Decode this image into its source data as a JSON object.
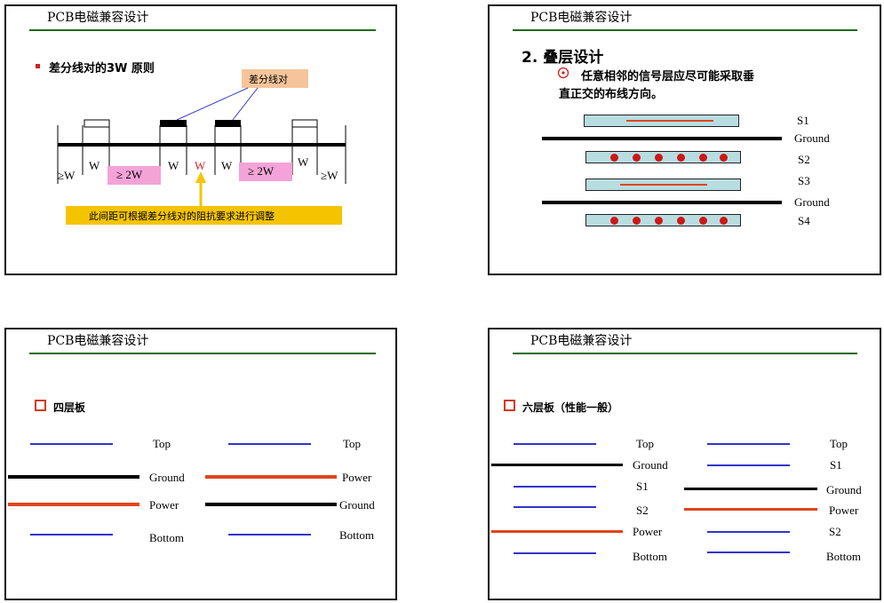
{
  "header": "PCB电磁兼容设计",
  "slide1": {
    "bullet": "差分线对的3W 原则",
    "callout": "差分线对",
    "labels": {
      "gew_left": "≥W",
      "w1": "W",
      "pink_left": "≥ 2W",
      "w2": "W",
      "w_red": "W",
      "w3": "W",
      "pink_right": "≥ 2W",
      "w4": "W",
      "gew_right": "≥W"
    },
    "note": "此间距可根据差分线对的阻抗要求进行调整",
    "colors": {
      "pink": "#f3a3d8",
      "callout": "#f6c49a",
      "note": "#f5c400",
      "arrow": "#f5c400"
    }
  },
  "slide2": {
    "title": "2. 叠层设计",
    "icon": "target-icon",
    "text_line1": "任意相邻的信号层应尽可能采取垂",
    "text_line2": "直正交的布线方向。",
    "layers": [
      "S1",
      "Ground",
      "S2",
      "S3",
      "Ground",
      "S4"
    ],
    "colors": {
      "layer_fill": "#b8dde1",
      "trace": "#e0451e",
      "via": "#cc1818"
    }
  },
  "slide3": {
    "bullet": "四层板",
    "left_stack": [
      "Top",
      "Ground",
      "Power",
      "Bottom"
    ],
    "right_stack": [
      "Top",
      "Power",
      "Ground",
      "Bottom"
    ],
    "colors": {
      "signal": "#3333cc",
      "ground": "#000000",
      "power": "#e0451e"
    }
  },
  "slide4": {
    "bullet": "六层板（性能一般）",
    "left_stack": [
      "Top",
      "Ground",
      "S1",
      "S2",
      "Power",
      "Bottom"
    ],
    "right_stack": [
      "Top",
      "S1",
      "Ground",
      "Power",
      "S2",
      "Bottom"
    ]
  }
}
